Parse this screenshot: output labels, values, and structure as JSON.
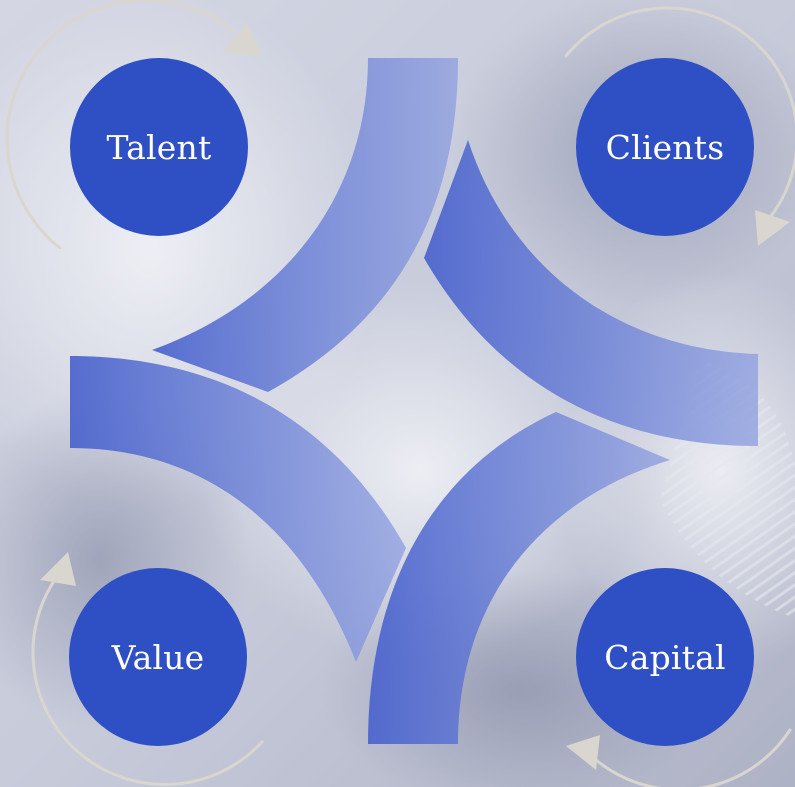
{
  "colors": {
    "node_fill": "#2f4fc4",
    "petal_fill": "#4e68cf",
    "arrow_stroke": "#d9d6cf",
    "background": "#c9cede"
  },
  "nodes": {
    "talent": "Talent",
    "clients": "Clients",
    "value": "Value",
    "capital": "Capital"
  }
}
